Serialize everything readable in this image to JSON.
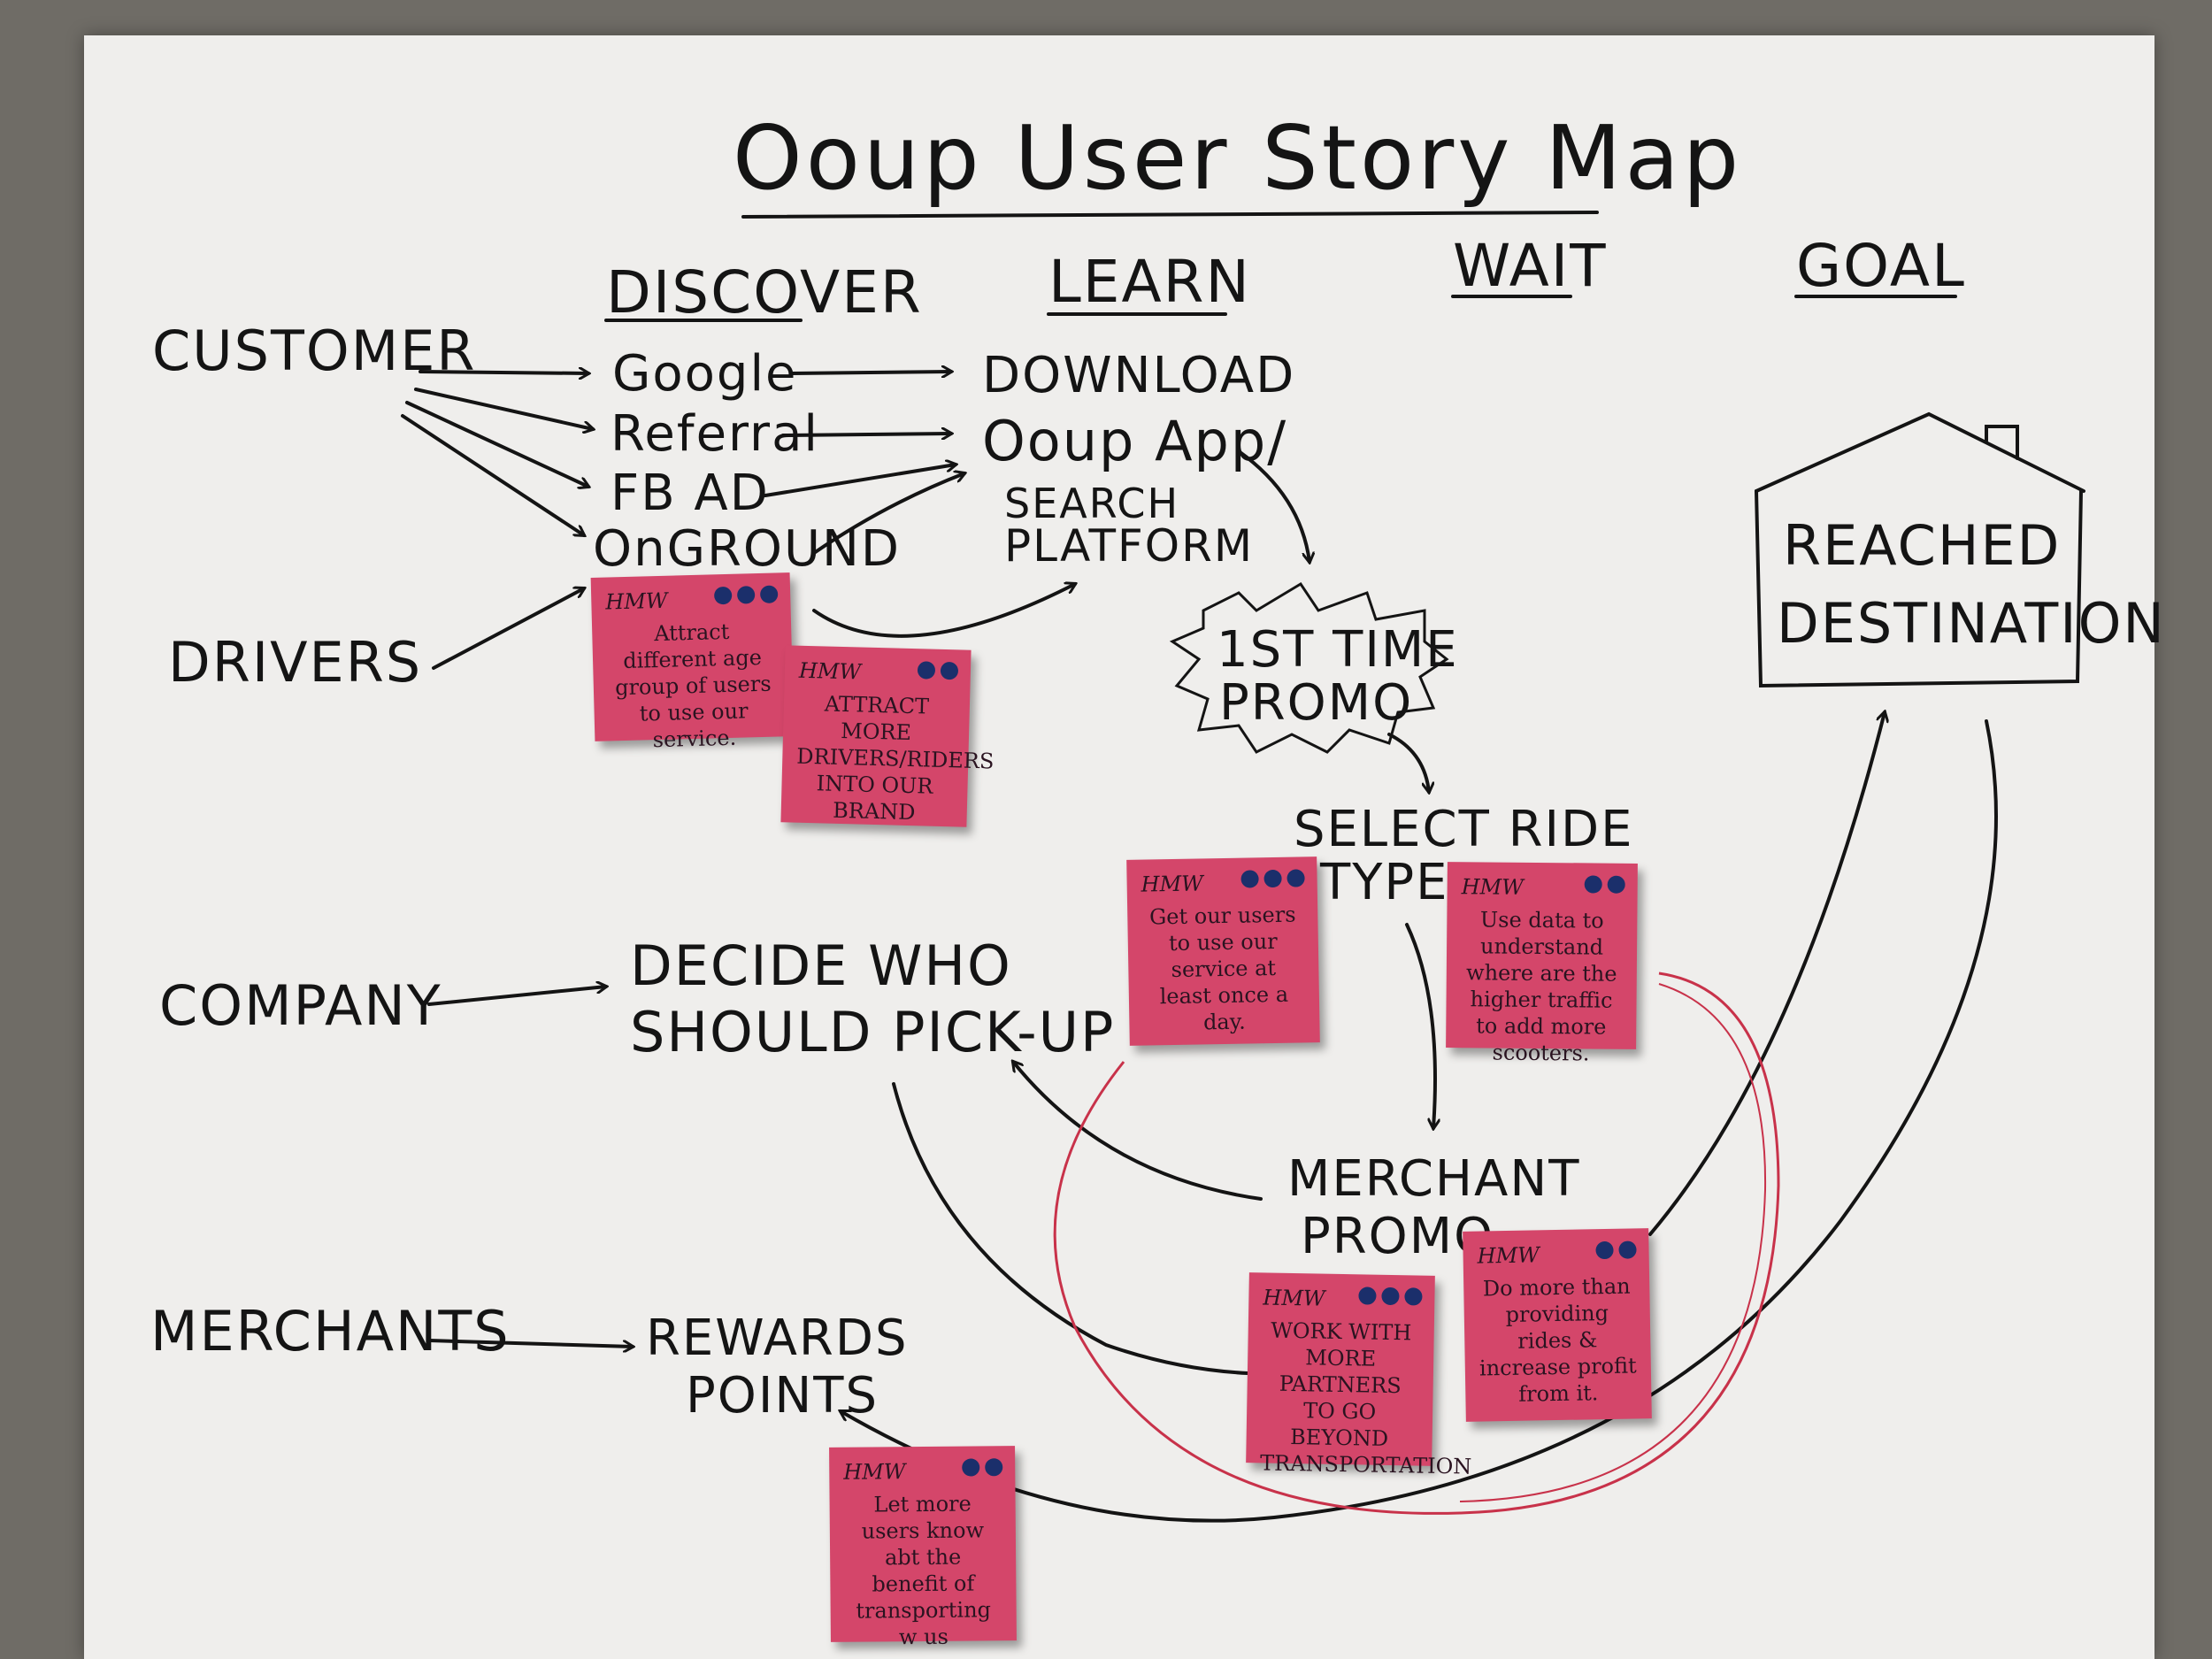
{
  "title": "Ooup User Story Map",
  "columns": {
    "discover": "DISCOVER",
    "learn": "LEARN",
    "wait": "WAIT",
    "goal": "GOAL"
  },
  "actors": {
    "customer": "CUSTOMER",
    "drivers": "DRIVERS",
    "company": "COMPANY",
    "merchants": "MERCHANTS"
  },
  "discover_items": {
    "google": "Google",
    "referral": "Referral",
    "fb_ad": "FB AD",
    "onground": "OnGROUND"
  },
  "learn_items": {
    "download": "DOWNLOAD",
    "app": "Ooup App/",
    "search": "SEARCH",
    "platform": "PLATFORM"
  },
  "steps": {
    "first_time_promo_1": "1ST TIME",
    "first_time_promo_2": "PROMO",
    "select_ride_1": "SELECT RIDE",
    "select_ride_2": "TYPE",
    "decide_1": "DECIDE WHO",
    "decide_2": "SHOULD PICK-UP",
    "merchant_promo_1": "MERCHANT",
    "merchant_promo_2": "PROMO",
    "rewards_1": "REWARDS",
    "rewards_2": "POINTS"
  },
  "goal": {
    "line1": "REACHED",
    "line2": "DESTINATION"
  },
  "sticky_notes": [
    {
      "tag": "HMW",
      "text": "Attract different age group of users to use our service.",
      "votes": 3
    },
    {
      "tag": "HMW",
      "text": "ATTRACT MORE DRIVERS/RIDERS INTO OUR BRAND",
      "votes": 2
    },
    {
      "tag": "HMW",
      "text": "Get our users to use our service at least once a day.",
      "votes": 3
    },
    {
      "tag": "HMW",
      "text": "Use data to understand where are the higher traffic to add more scooters.",
      "votes": 2
    },
    {
      "tag": "HMW",
      "text": "WORK WITH MORE PARTNERS TO GO BEYOND TRANSPORTATION",
      "votes": 3
    },
    {
      "tag": "HMW",
      "text": "Do more than providing rides & increase profit from it.",
      "votes": 2
    },
    {
      "tag": "HMW",
      "text": "Let more users know abt the benefit of transporting w us",
      "votes": 2
    }
  ],
  "colors": {
    "paper": "#efeeec",
    "ink": "#141414",
    "sticky": "#d4466a",
    "vote_dot": "#1b2f6b",
    "red_line": "#c8324a"
  }
}
